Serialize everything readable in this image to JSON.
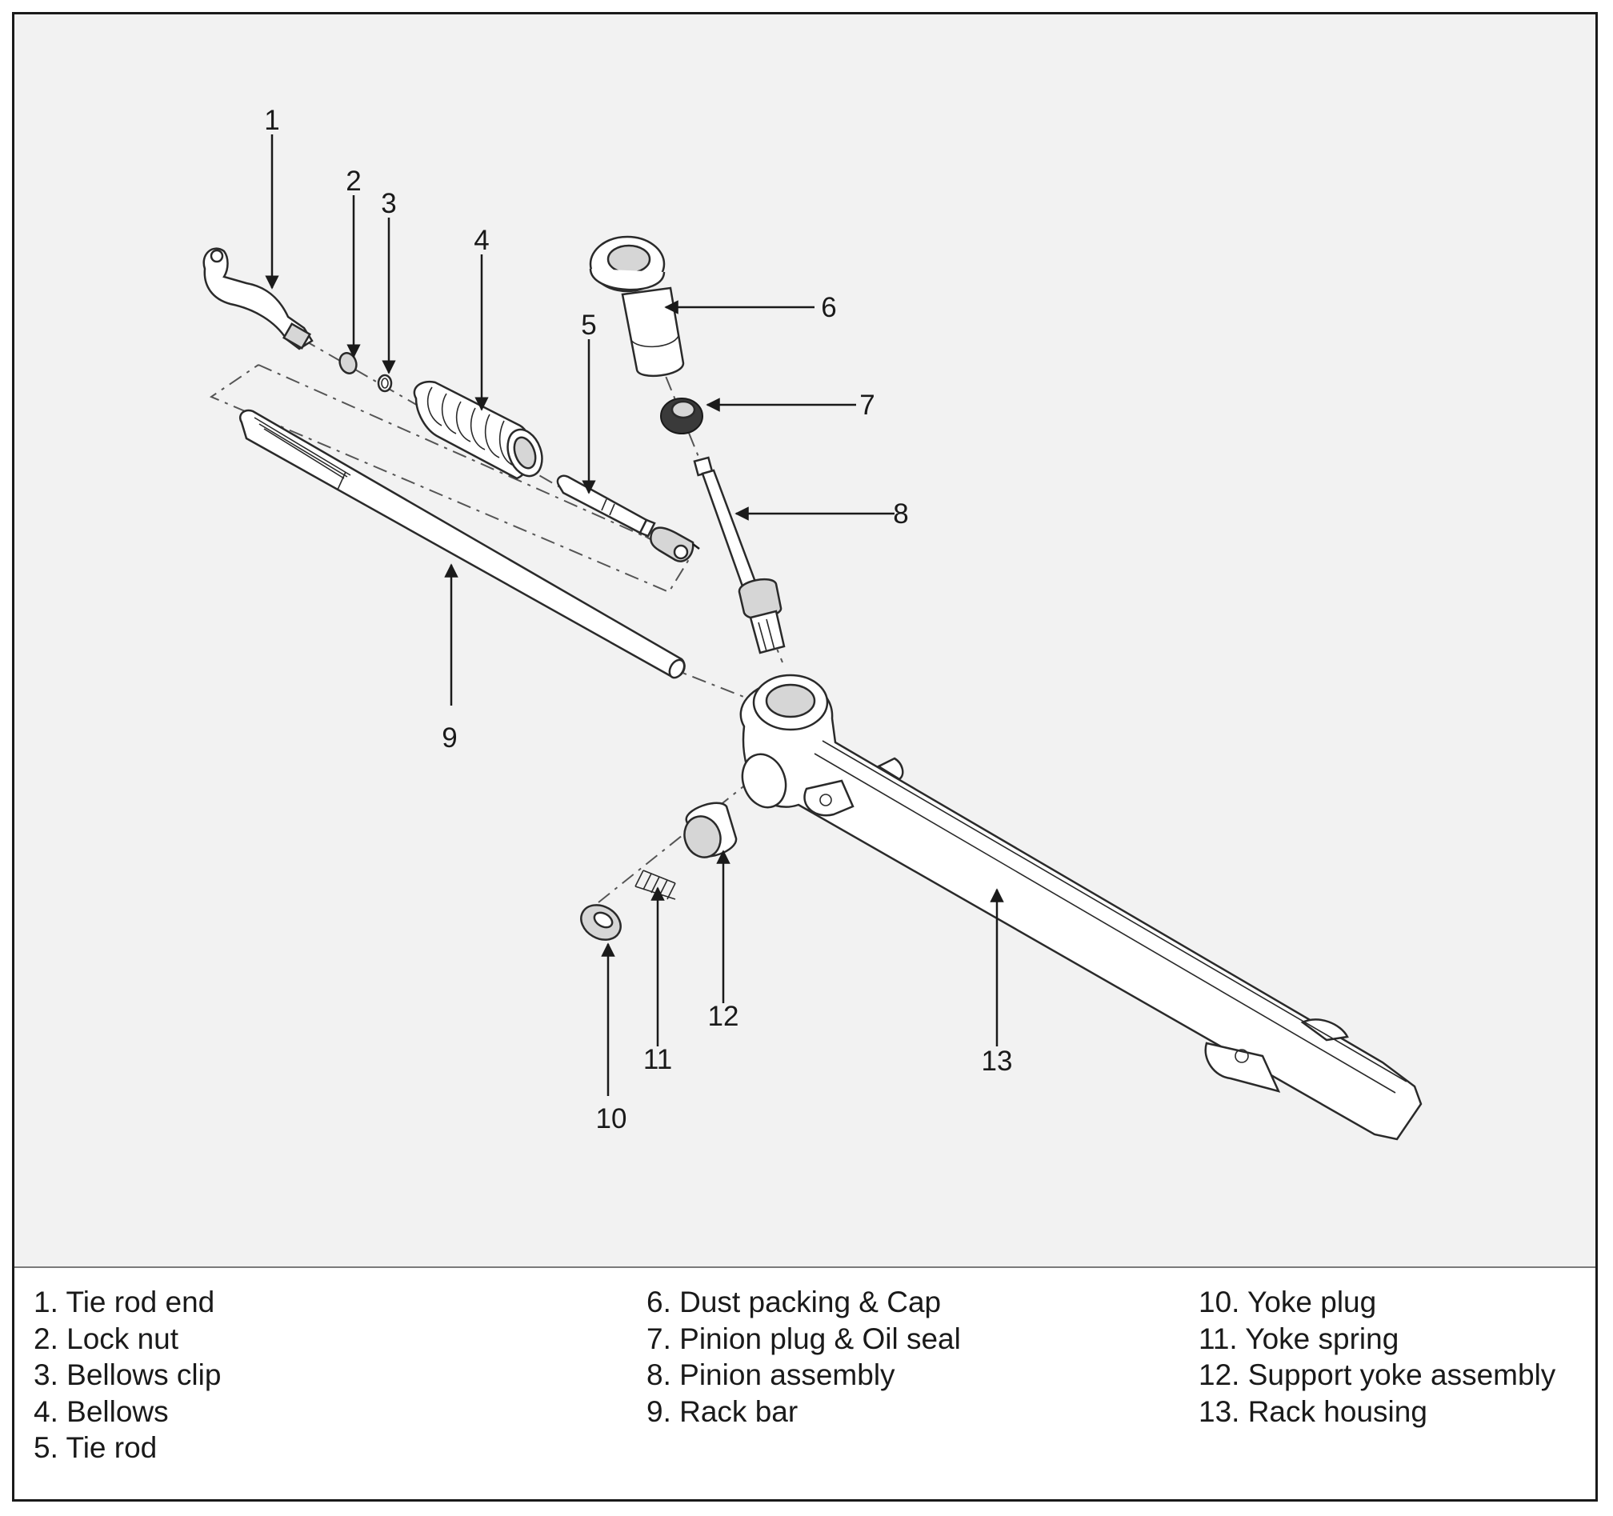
{
  "callouts": [
    "1",
    "2",
    "3",
    "4",
    "5",
    "6",
    "7",
    "8",
    "9",
    "10",
    "11",
    "12",
    "13"
  ],
  "legend": {
    "col1": [
      "1. Tie rod end",
      "2. Lock nut",
      "3. Bellows clip",
      "4. Bellows",
      "5. Tie rod"
    ],
    "col2": [
      "6. Dust packing & Cap",
      "7. Pinion plug & Oil seal",
      "8. Pinion assembly",
      "9. Rack bar"
    ],
    "col3": [
      "10. Yoke plug",
      "11. Yoke spring",
      "12. Support yoke assembly",
      "13. Rack housing"
    ]
  }
}
